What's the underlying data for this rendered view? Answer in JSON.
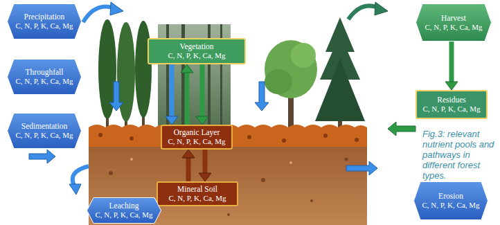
{
  "diagram": {
    "caption": "Fig.3: relevant nutrient pools and pathways in different forest types.",
    "nodes": [
      {
        "text": [
          "Precipitation",
          "C, N, P, K, Ca, Mg"
        ]
      },
      {
        "text": [
          "Vegetation",
          "C, N, P, K, Ca, Mg"
        ]
      },
      {
        "text": [
          "Harvest",
          "C, N, P, K, Ca, Mg"
        ]
      },
      {
        "text": [
          "Throughfall",
          "C, N, P, K, Ca, Mg"
        ]
      },
      {
        "text": [
          "Residues",
          "C, N, P, K, Ca, Mg"
        ]
      },
      {
        "text": [
          "Sedimentation",
          "C, N, P, K, Ca, Mg"
        ]
      },
      {
        "text": [
          "Organic Layer",
          "C, N, P, K, Ca, Mg"
        ]
      },
      {
        "text": [
          "Mineral Soil",
          "C, N, P, K, Ca, Mg"
        ]
      },
      {
        "text": [
          "Erosion",
          "C, N, P, K, Ca, Mg"
        ]
      },
      {
        "text": [
          "Leaching",
          "C, N, P, K, Ca, Mg"
        ]
      }
    ],
    "edges": [
      {
        "from": 1,
        "to": 6,
        "arrow": "to"
      },
      {
        "from": 6,
        "to": 1,
        "arrow": "to"
      },
      {
        "from": 1,
        "to": 6,
        "arrow": "to"
      },
      {
        "from": 7,
        "to": 6,
        "arrow": "to"
      },
      {
        "from": 6,
        "to": 7,
        "arrow": "to"
      },
      {
        "from": 2,
        "to": 4,
        "arrow": "to"
      }
    ]
  }
}
